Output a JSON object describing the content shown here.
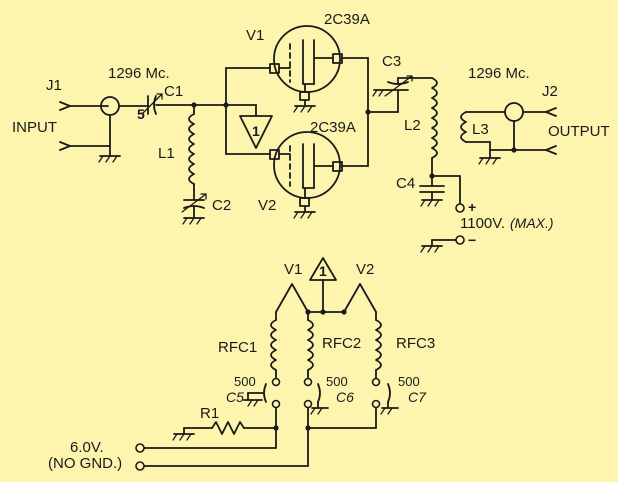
{
  "colors": {
    "background": "#FDF5AE",
    "ink": "#1a1a1a"
  },
  "labels": {
    "j1": "J1",
    "input": "INPUT",
    "freq_in": "1296 Mc.",
    "c1": "C1",
    "c1_value": "5",
    "l1": "L1",
    "c2": "C2",
    "v1": "V1",
    "tube_v1": "2C39A",
    "tube_v2": "2C39A",
    "v2": "V2",
    "heater_ref_1": "1",
    "c3": "C3",
    "l2": "L2",
    "c4": "C4",
    "freq_out": "1296 Mc.",
    "j2": "J2",
    "l3": "L3",
    "output": "OUTPUT",
    "plus": "+",
    "b_plus": "1100V.",
    "b_plus_note": "(MAX.)",
    "minus": "−",
    "heater_ref_2": "1",
    "hv1": "V1",
    "hv2": "V2",
    "rfc1": "RFC1",
    "rfc2": "RFC2",
    "rfc3": "RFC3",
    "c5_value": "500",
    "c5": "C5",
    "c6_value": "500",
    "c6": "C6",
    "c7_value": "500",
    "c7": "C7",
    "r1": "R1",
    "heater_volts": "6.0V.",
    "heater_note": "(NO GND.)"
  }
}
